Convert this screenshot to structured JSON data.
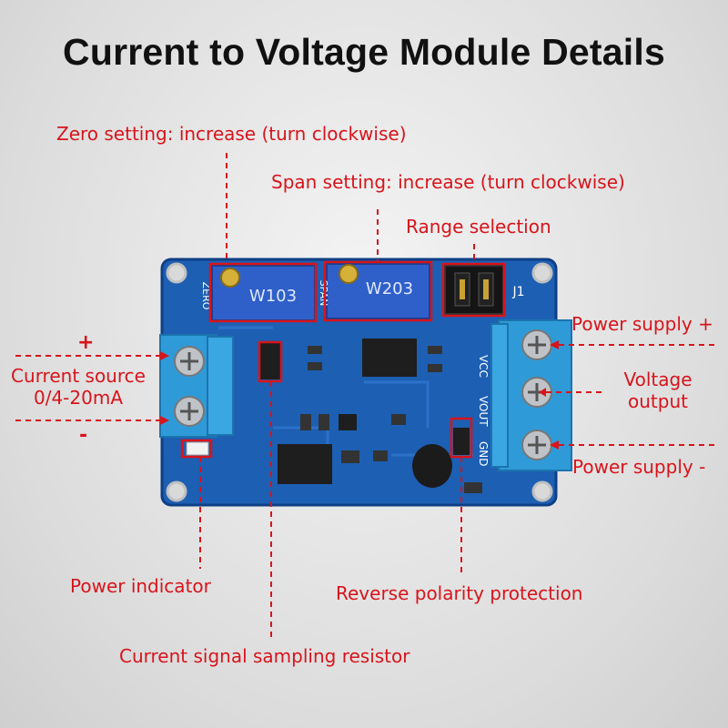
{
  "title": "Current to Voltage Module Details",
  "labels": {
    "zero_setting": "Zero setting: increase (turn clockwise)",
    "span_setting": "Span setting: increase (turn clockwise)",
    "range_selection": "Range selection",
    "power_supply_plus": "Power supply +",
    "voltage_output_line1": "Voltage",
    "voltage_output_line2": "output",
    "power_supply_minus": "Power supply -",
    "current_source_line1": "Current source",
    "current_source_line2": "0/4-20mA",
    "plus_sign": "+",
    "minus_sign": "-",
    "power_indicator": "Power indicator",
    "reverse_polarity": "Reverse polarity protection",
    "sampling_resistor": "Current signal sampling resistor"
  },
  "board": {
    "pot1_text": "W103",
    "pot2_text": "W203",
    "zero_text": "ZERO",
    "span_text": "SPAN",
    "vcc_text": "VCC",
    "vout_text": "VOUT",
    "gnd_text": "GND",
    "j1_text": "J1"
  },
  "colors": {
    "annotation": "#d8141b",
    "board": "#1d5fb3",
    "terminal": "#2f9ad8",
    "pot": "#2f5fc9"
  }
}
